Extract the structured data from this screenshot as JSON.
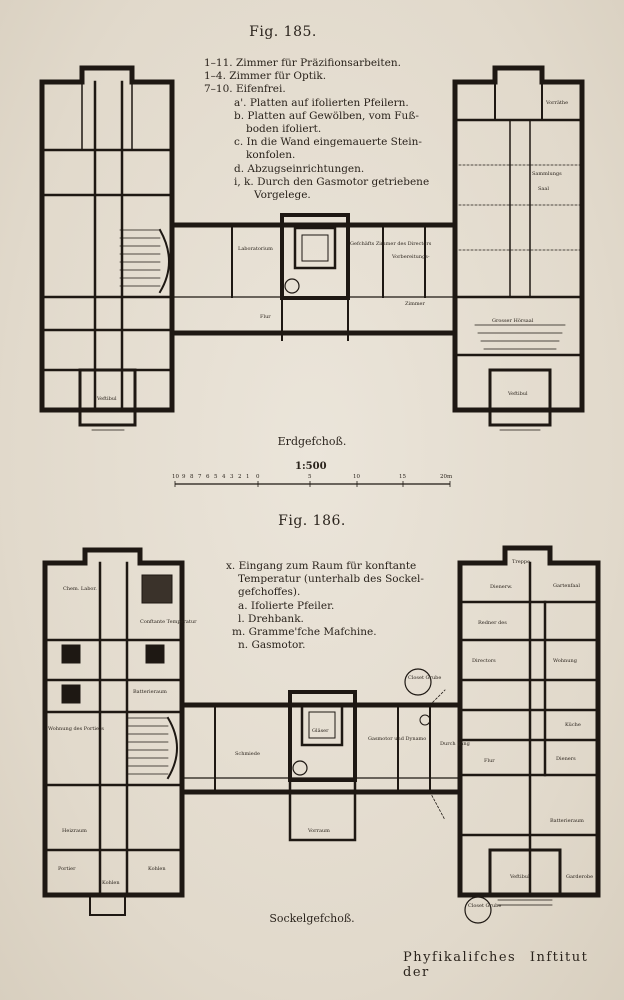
{
  "fig185": {
    "title": "Fig. 185.",
    "legend": [
      "1–11. Zimmer für Präzifionsarbeiten.",
      "1–4. Zimmer für Optik.",
      "7–10. Eifenfrei.",
      "a'. Platten auf ifolierten Pfeilern.",
      "b. Platten auf Gewölben, vom Fuß-",
      "boden ifoliert.",
      "c. In die Wand eingemauerte Stein-",
      "konfolen.",
      "d. Abzugseinrichtungen.",
      "i, k. Durch den Gasmotor getriebene",
      "Vorgelege."
    ],
    "caption": "Erdgefchoß.",
    "rooms": {
      "vestibul_left": "Veftibul",
      "laboratorium": "Laboratorium",
      "flur": "Flur",
      "geschaefts": "Gefchäfts Zimmer des Directors",
      "vorbereitung": "Vorbereitungs-",
      "zimmer": "Zimmer",
      "vorrathe": "Vorräthe",
      "sammlungs": "Sammlungs",
      "saal": "Saal",
      "hoersaal": "Grosser Hörsaal",
      "vestibul_right": "Veftibul"
    }
  },
  "scale": {
    "label": "1:500",
    "ticks": [
      "10",
      "9",
      "8",
      "7",
      "6",
      "5",
      "4",
      "3",
      "2",
      "1",
      "0",
      "5",
      "10",
      "15",
      "20m"
    ]
  },
  "fig186": {
    "title": "Fig. 186.",
    "legend": [
      "x. Eingang zum Raum für konftante",
      "Temperatur (unterhalb des Sockel-",
      "gefchoffes).",
      "a. Ifolierte Pfeiler.",
      "l. Drehbank.",
      "m. Gramme'fche Mafchine.",
      "n. Gasmotor."
    ],
    "caption": "Sockelgefchoß.",
    "rooms": {
      "closet_top": "Closet Grube",
      "closet_bottom": "Closet Grube",
      "chemisches": "Chem. Labor.",
      "constante": "Conftante Temperatur",
      "batterie": "Batterieraum",
      "portier": "Wohnung des Portiers",
      "portier2": "Portier",
      "heizraum": "Heizraum",
      "kohlen_left": "Kohlen",
      "kohlen_mid": "Kohlen",
      "schmiede": "Schmiede",
      "glaeser": "Gläser",
      "vorraum": "Vorraum",
      "gasmotor": "Gasmotor und Dynamo",
      "durchgang": "Durch gang",
      "treppe": "Treppe",
      "gartensaal": "Gartenfaal",
      "directors1": "Directors",
      "wohnung1": "Wohnung",
      "redner": "Redner des",
      "directors2": "Dienerw.",
      "kueche": "Küche",
      "flur_right": "Flur",
      "diener": "Dieners",
      "vestibul": "Veftibul",
      "garderobe": "Garderobe",
      "batterieraum_r": "Batterieraum"
    }
  },
  "footer": "Phyfikalifches Inftitut der"
}
